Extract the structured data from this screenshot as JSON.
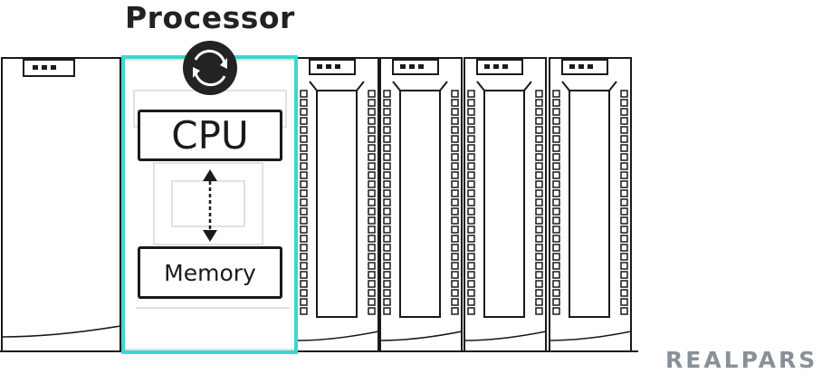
{
  "diagram": {
    "title": "Processor",
    "cpu_label": "CPU",
    "memory_label": "Memory",
    "brand": "REALPARS",
    "colors": {
      "highlight": "#3ed6d0",
      "outline": "#1a1a1a",
      "module_fill": "#ffffff",
      "processor_icon": "#222222",
      "brand": "#8a9097"
    },
    "icons": [
      "cycle-icon",
      "bidirectional-arrow-icon"
    ]
  }
}
